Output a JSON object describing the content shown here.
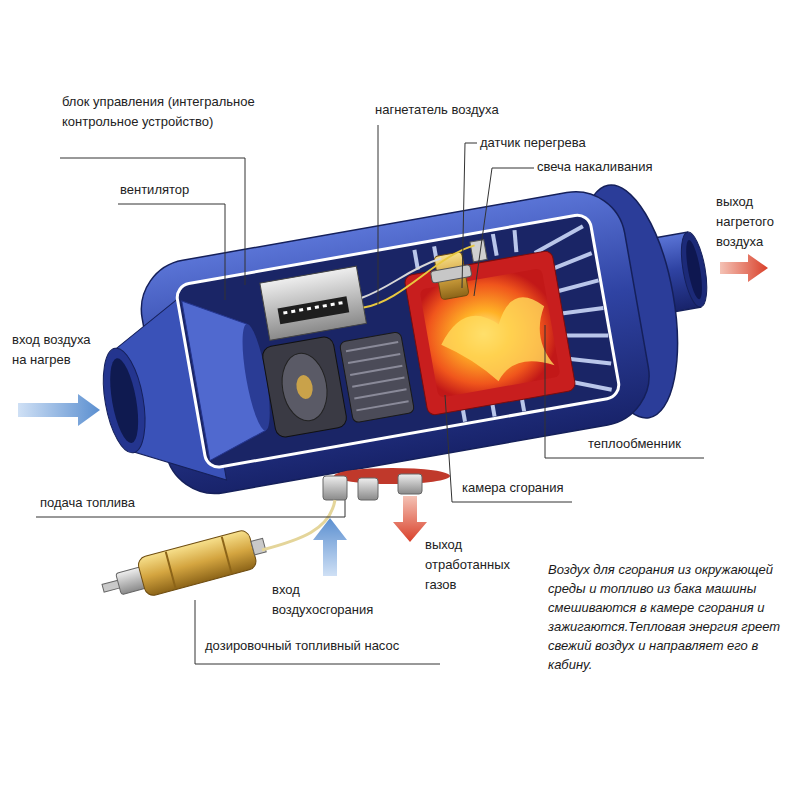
{
  "diagram": {
    "labels": [
      "блок управления (интегральное контрольное устройство)",
      "вентилятор",
      "нагнетатель воздуха",
      "датчик перегрева",
      "свеча накаливания",
      "выход нагретого воздуха",
      "вход воздуха на нагрев",
      "теплообменник",
      "камера сгорания",
      "подача топлива",
      "выход отработанных газов",
      "вход воздухосгорания",
      "дозировочный топливный насос",
      "Воздух для сгорания из окружающей среды и топливо из бака машины смешиваются в камере сгорания и зажигаются.Тепловая энергия греет свежий воздух и направляет его в кабину."
    ]
  }
}
